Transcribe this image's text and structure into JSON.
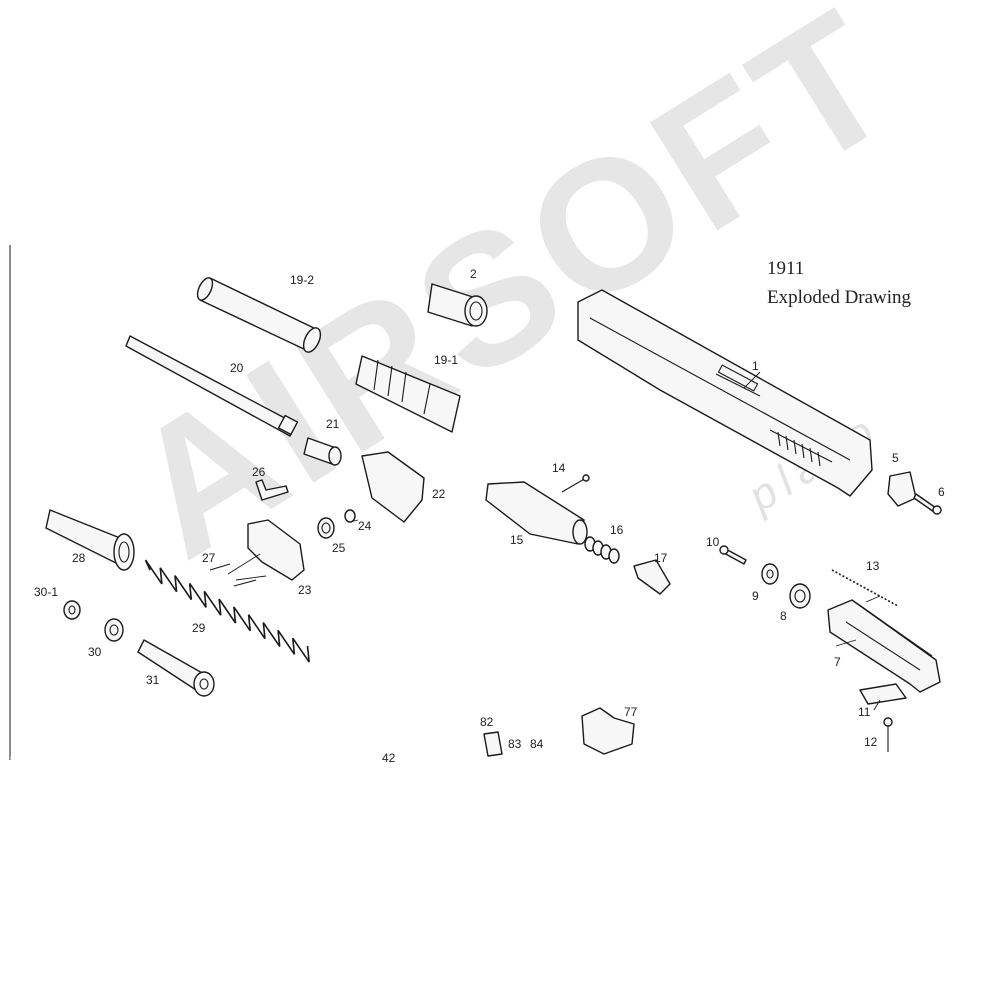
{
  "diagram": {
    "title_line1": "1911",
    "title_line2": "Exploded Drawing",
    "watermark": {
      "brand": "AIRSOFT",
      "sub": "plázo"
    },
    "colors": {
      "ink": "#1a1a1a",
      "paper": "#ffffff",
      "watermark": "#e6e6e6"
    },
    "part_labels": [
      "19-2",
      "2",
      "19-1",
      "1",
      "20",
      "21",
      "26",
      "22",
      "14",
      "5",
      "6",
      "24",
      "25",
      "15",
      "16",
      "17",
      "10",
      "13",
      "27",
      "28",
      "23",
      "9",
      "8",
      "30-1",
      "29",
      "7",
      "30",
      "31",
      "11",
      "82",
      "83",
      "84",
      "77",
      "12",
      "42"
    ]
  }
}
